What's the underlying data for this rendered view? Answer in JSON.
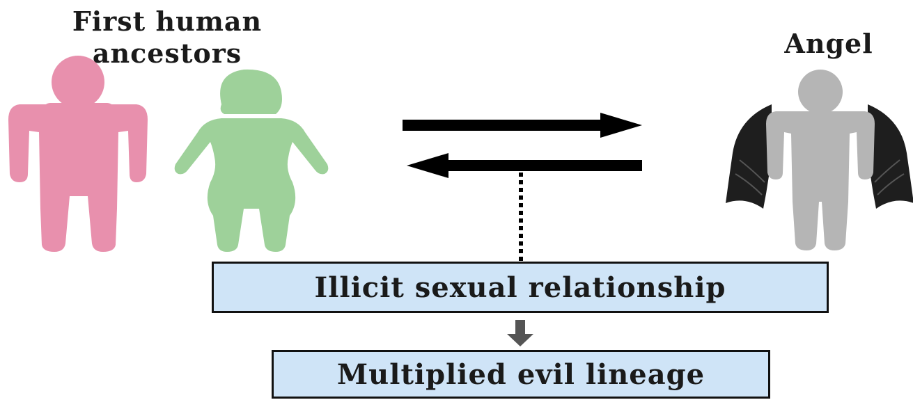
{
  "labels": {
    "human_heading_line1": "First human",
    "human_heading_line2": "ancestors",
    "angel_heading": "Angel",
    "relationship_box": "Illicit sexual relationship",
    "lineage_box": "Multiplied evil lineage"
  },
  "colors": {
    "male_figure": "#e890ad",
    "female_figure": "#9ed19a",
    "angel_body": "#b5b5b5",
    "angel_wings": "#1e1e1e",
    "box_fill": "#cfe4f7",
    "arrow": "#000000",
    "down_arrow": "#555555"
  },
  "icons": [
    "male-figure-icon",
    "female-figure-icon",
    "angel-figure-icon",
    "wings-icon"
  ]
}
